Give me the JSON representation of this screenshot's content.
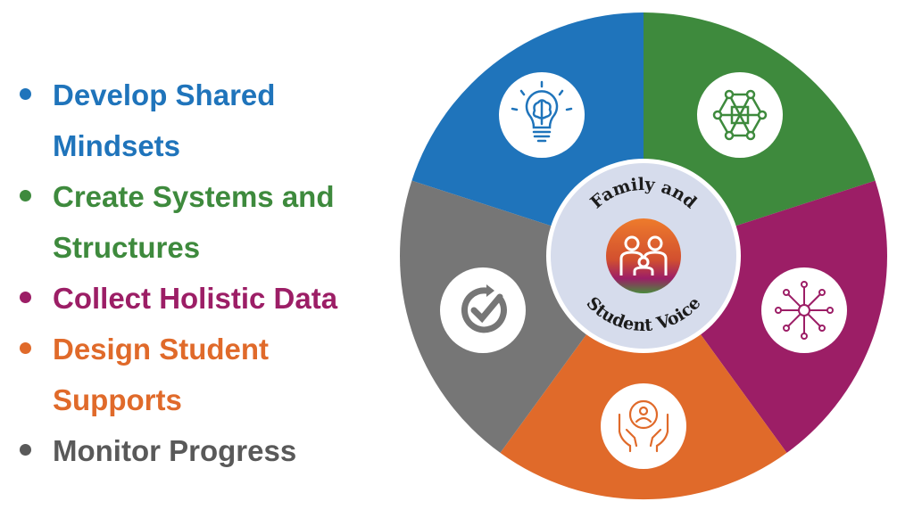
{
  "steps": [
    {
      "lines": [
        "Develop Shared",
        "Mindsets"
      ],
      "color": "#1f74bb",
      "icon": "lightbulb-brain-icon"
    },
    {
      "lines": [
        "Create Systems and",
        "Structures"
      ],
      "color": "#3e8a3d",
      "icon": "network-icon"
    },
    {
      "lines": [
        "Collect Holistic Data"
      ],
      "color": "#9c1e66",
      "icon": "data-hub-icon"
    },
    {
      "lines": [
        "Design Student",
        "Supports"
      ],
      "color": "#e06a2a",
      "icon": "supporting-hands-icon"
    },
    {
      "lines": [
        "Monitor Progress"
      ],
      "color": "#595959",
      "icon": "progress-check-icon"
    }
  ],
  "wheel": {
    "segment_colors": {
      "develop": "#1f74bb",
      "create": "#3e8a3d",
      "collect": "#9c1e66",
      "design": "#e06a2a",
      "monitor": "#767676"
    },
    "center": {
      "top_text": "Family and",
      "bottom_text": "Student Voice",
      "fill": "#d6dcec",
      "icon": "family-icon"
    }
  }
}
